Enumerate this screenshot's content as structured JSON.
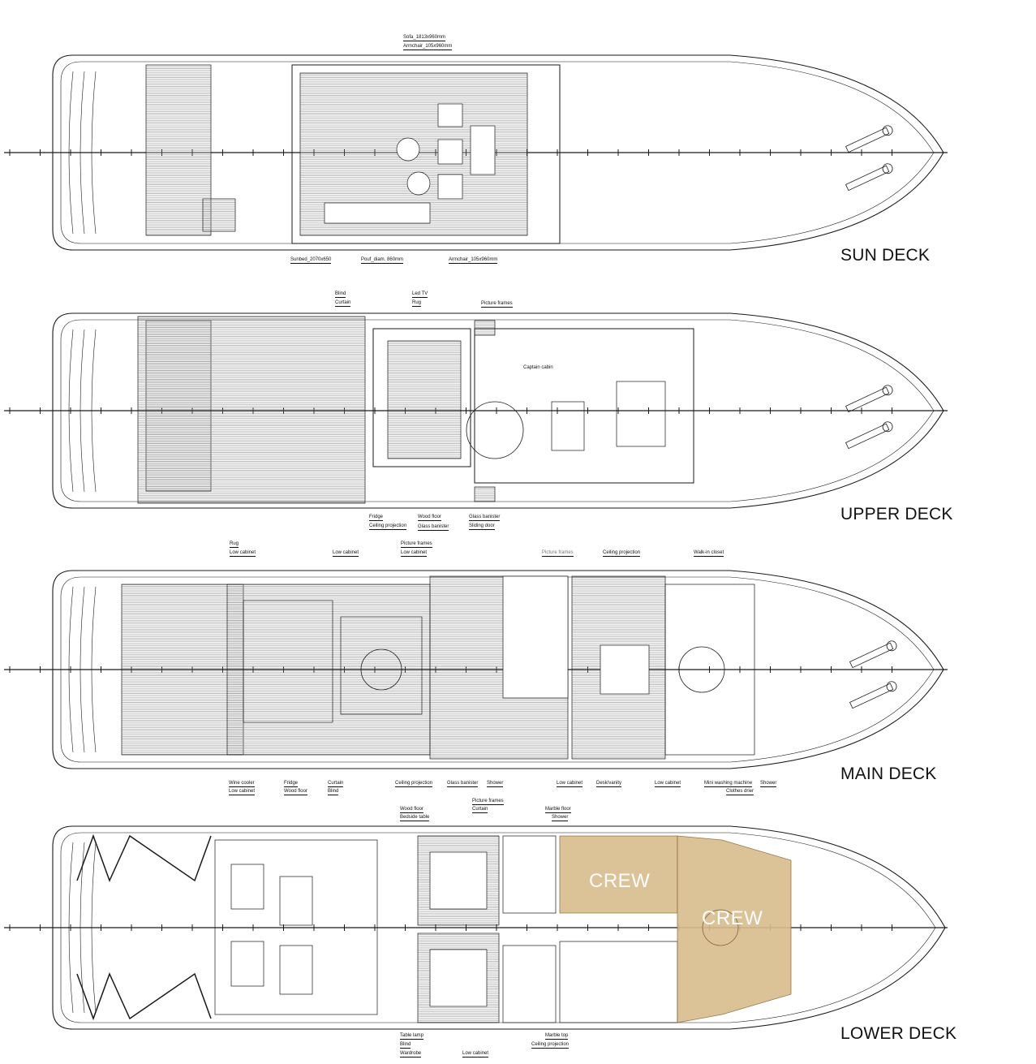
{
  "colors": {
    "line": "#1a1a1a",
    "crew_fill": "#d9bc8c",
    "crew_stroke": "#8a6a3a",
    "deck_hatch": "#9a9a9a"
  },
  "decks": [
    {
      "title": "SUN DECK",
      "labels": [
        "Sofa_1813x960mm",
        "Armchair_105x960mm",
        "Sunbed_2070x650",
        "Pouf_diam. 860mm",
        "Armchair_105x960mm"
      ]
    },
    {
      "title": "UPPER DECK",
      "room": "Captain cabin",
      "labels": [
        "Blind",
        "Curtain",
        "Led TV",
        "Rug",
        "Picture frames",
        "Fridge",
        "Ceiling projection",
        "Wood floor",
        "Glass banister",
        "Glass banister",
        "Sliding door"
      ]
    },
    {
      "title": "MAIN DECK",
      "labels": [
        "Rug",
        "Low cabinet",
        "Low cabinet",
        "Picture frames",
        "Low cabinet",
        "Picture frames",
        "Ceiling projection",
        "Walk-in closet",
        "Wine cooler",
        "Low cabinet",
        "Fridge",
        "Wood floor",
        "Curtain",
        "Blind",
        "Ceiling projection",
        "Glass banister",
        "Shower",
        "Low cabinet",
        "Desk/vanity",
        "Low cabinet",
        "Mini washing machine",
        "Clothes drier",
        "Shower"
      ]
    },
    {
      "title": "LOWER DECK",
      "crew": [
        "CREW",
        "CREW"
      ],
      "labels": [
        "Wood floor",
        "Bedside table",
        "Picture frames",
        "Curtain",
        "Marble floor",
        "Shower",
        "Table lamp",
        "Blind",
        "Wardrobe",
        "Low cabinet",
        "Marble top",
        "Ceiling projection"
      ]
    }
  ]
}
